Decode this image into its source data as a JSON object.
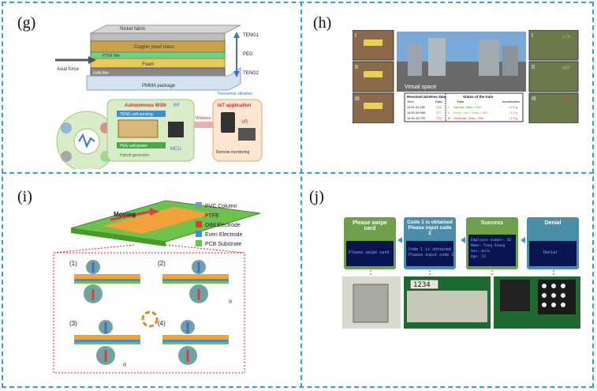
{
  "panels": {
    "g": {
      "label": "(g)",
      "layers": {
        "nickel_fabric": "Nickel fabric",
        "copper_proof_mass": "Copper proof mass",
        "ptfe_film": "PTFE film",
        "foam": "Foam",
        "pmma_package": "PMMA package",
        "feni_film": "FeNi film",
        "axial_force": "Axial force",
        "teng1": "TENG1",
        "peg": "PEG",
        "teng2": "TENG2",
        "transverse_vibration": "Transverse vibration"
      },
      "wsn": {
        "autonomous_wsn": "Autonomous WSN",
        "teng_self_sensing": "TENG self-sensing",
        "peg_self_power": "PEG self-power",
        "hybrid_generator": "Hybrid generator",
        "rf": "RF",
        "mcu": "MCU",
        "wireless": "Wireless",
        "iot_application": "IoT application",
        "vr": "VR",
        "remote_monitoring": "Remote monitoring"
      }
    },
    "h": {
      "label": "(h)",
      "virtual_space": "Virtual space",
      "received_title": "Received wireless data",
      "status_title": "Status of the train",
      "col_time": "Time",
      "col_data": "Data",
      "col_state": "State",
      "col_accel": "Acceleration",
      "rows": [
        {
          "time": "14:51:44.352",
          "data": "126",
          "roman": "I",
          "state": "Normal: Data < 200",
          "accel": "<0.5 g"
        },
        {
          "time": "14:51:59.946",
          "data": "437",
          "roman": "II",
          "state": "Alarm: 200 < Data < 500",
          "accel": "<1.5 g"
        },
        {
          "time": "14:51:15.733",
          "data": "724",
          "roman": "III",
          "state": "Overload: Data > 500",
          "accel": ">1.5 g"
        }
      ],
      "romans": [
        "I",
        "II",
        "III"
      ],
      "right_vals": [
        "126",
        "437",
        "724"
      ]
    },
    "i": {
      "label": "(i)",
      "moving": "Moving",
      "legend": [
        {
          "name": "PVC Column",
          "color": "#6fa3a3"
        },
        {
          "name": "PTFE",
          "color": "#f2a23a"
        },
        {
          "name": "Odd Electrode",
          "color": "#d8403a"
        },
        {
          "name": "Even Electrode",
          "color": "#3d8fd6"
        },
        {
          "name": "PCB Substrate",
          "color": "#6cc24a"
        }
      ],
      "steps": [
        "(1)",
        "(2)",
        "(3)",
        "(4)"
      ],
      "electron": "e"
    },
    "j": {
      "label": "(j)",
      "boxes": [
        {
          "title": "Please swipe card",
          "screen": "Please swipe card"
        },
        {
          "title": "Code 1 is obtained Please input code 2",
          "screen": "Code 1 is obtained\nPlease input code 2"
        },
        {
          "title": "Success",
          "screen": "Employee number: 02\nName: Feng Huang\nSex: male\nAge: 23"
        },
        {
          "title": "Denial",
          "screen": "Denial"
        }
      ],
      "display_value": "1234"
    }
  }
}
